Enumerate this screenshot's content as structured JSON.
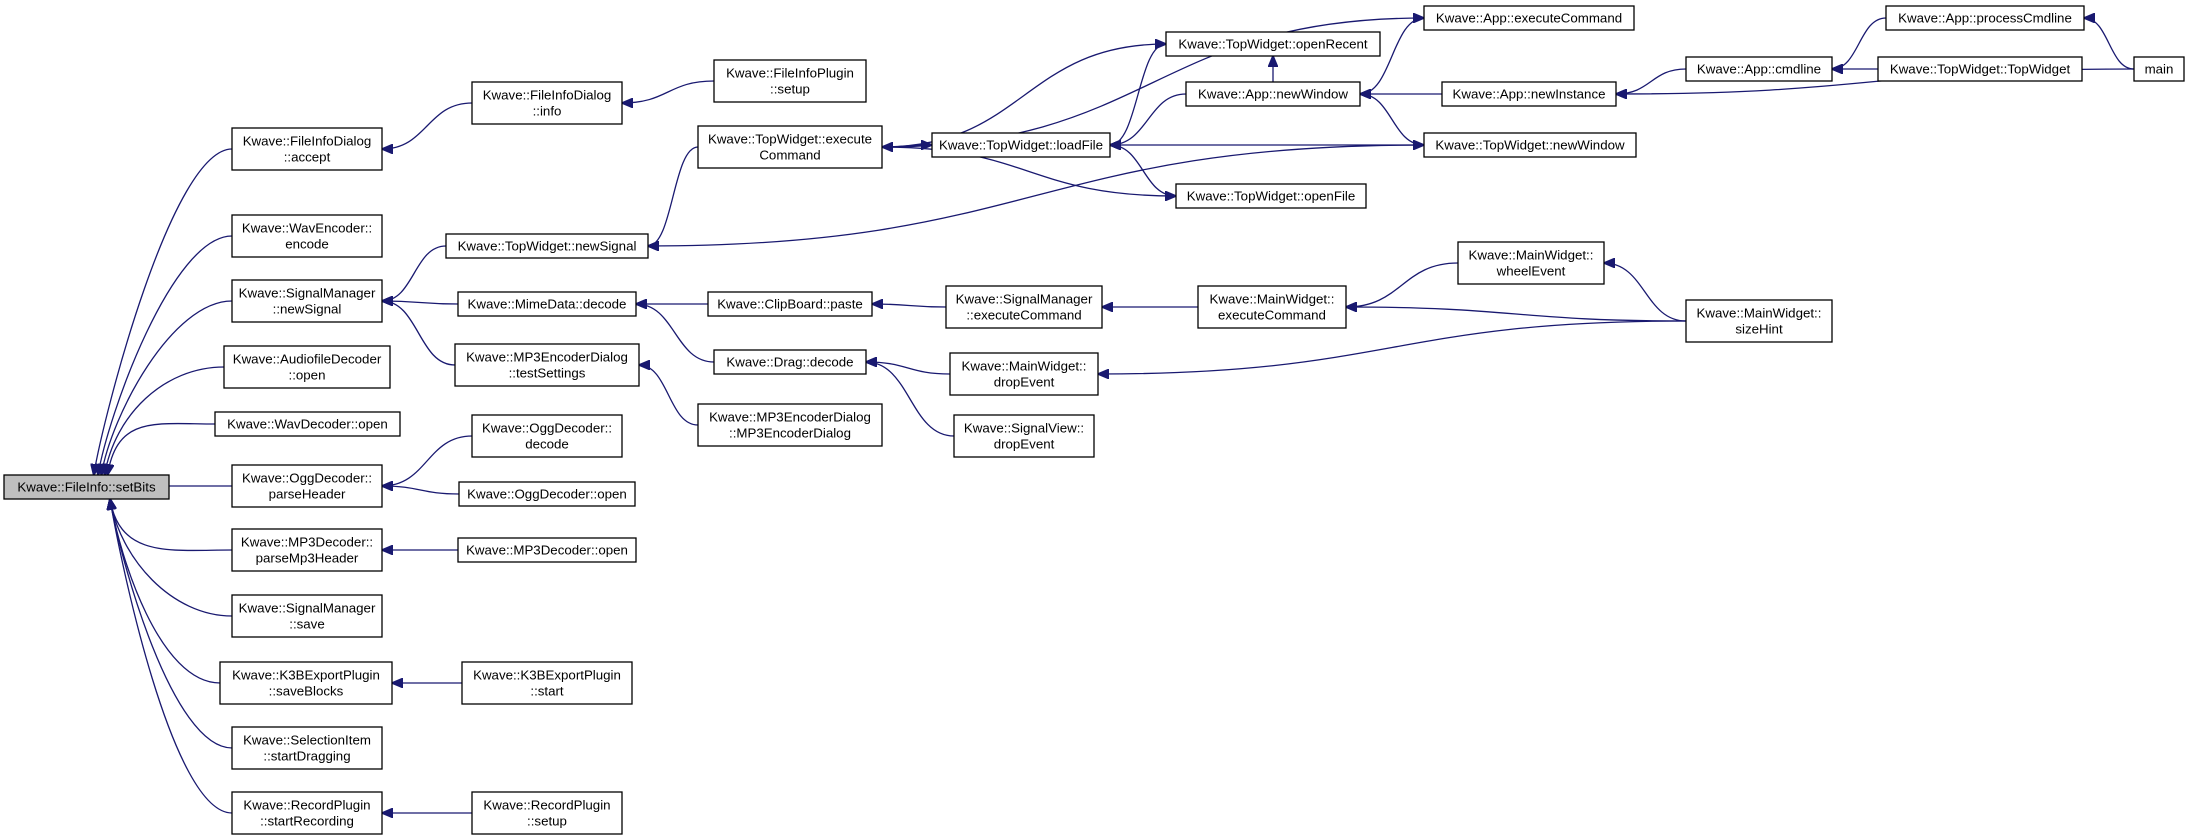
{
  "nodes": [
    {
      "id": "setbits",
      "lines": [
        "Kwave::FileInfo::setBits"
      ],
      "highlight": true
    },
    {
      "id": "fid_accept",
      "lines": [
        "Kwave::FileInfoDialog",
        "::accept"
      ]
    },
    {
      "id": "wavenc_encode",
      "lines": [
        "Kwave::WavEncoder::",
        "encode"
      ]
    },
    {
      "id": "sm_newsignal",
      "lines": [
        "Kwave::SignalManager",
        "::newSignal"
      ]
    },
    {
      "id": "afd_open",
      "lines": [
        "Kwave::AudiofileDecoder",
        "::open"
      ]
    },
    {
      "id": "wavdec_open",
      "lines": [
        "Kwave::WavDecoder::open"
      ]
    },
    {
      "id": "ogg_parseheader",
      "lines": [
        "Kwave::OggDecoder::",
        "parseHeader"
      ]
    },
    {
      "id": "mp3_parseheader",
      "lines": [
        "Kwave::MP3Decoder::",
        "parseMp3Header"
      ]
    },
    {
      "id": "sm_save",
      "lines": [
        "Kwave::SignalManager",
        "::save"
      ]
    },
    {
      "id": "k3b_saveblocks",
      "lines": [
        "Kwave::K3BExportPlugin",
        "::saveBlocks"
      ]
    },
    {
      "id": "sel_startdragging",
      "lines": [
        "Kwave::SelectionItem",
        "::startDragging"
      ]
    },
    {
      "id": "rec_startrecording",
      "lines": [
        "Kwave::RecordPlugin",
        "::startRecording"
      ]
    },
    {
      "id": "fid_info",
      "lines": [
        "Kwave::FileInfoDialog",
        "::info"
      ]
    },
    {
      "id": "tw_newsignal",
      "lines": [
        "Kwave::TopWidget::newSignal"
      ]
    },
    {
      "id": "mime_decode",
      "lines": [
        "Kwave::MimeData::decode"
      ]
    },
    {
      "id": "mp3dlg_test",
      "lines": [
        "Kwave::MP3EncoderDialog",
        "::testSettings"
      ]
    },
    {
      "id": "ogg_decode",
      "lines": [
        "Kwave::OggDecoder::",
        "decode"
      ]
    },
    {
      "id": "ogg_open",
      "lines": [
        "Kwave::OggDecoder::open"
      ]
    },
    {
      "id": "mp3_open",
      "lines": [
        "Kwave::MP3Decoder::open"
      ]
    },
    {
      "id": "k3b_start",
      "lines": [
        "Kwave::K3BExportPlugin",
        "::start"
      ]
    },
    {
      "id": "rec_setup",
      "lines": [
        "Kwave::RecordPlugin",
        "::setup"
      ]
    },
    {
      "id": "fip_setup",
      "lines": [
        "Kwave::FileInfoPlugin",
        "::setup"
      ]
    },
    {
      "id": "tw_execcmd",
      "lines": [
        "Kwave::TopWidget::execute",
        "Command"
      ]
    },
    {
      "id": "cb_paste",
      "lines": [
        "Kwave::ClipBoard::paste"
      ]
    },
    {
      "id": "drag_decode",
      "lines": [
        "Kwave::Drag::decode"
      ]
    },
    {
      "id": "mp3dlg_ctor",
      "lines": [
        "Kwave::MP3EncoderDialog",
        "::MP3EncoderDialog"
      ]
    },
    {
      "id": "tw_loadfile",
      "lines": [
        "Kwave::TopWidget::loadFile"
      ]
    },
    {
      "id": "sm_execcmd",
      "lines": [
        "Kwave::SignalManager",
        "::executeCommand"
      ]
    },
    {
      "id": "mw_dropevent",
      "lines": [
        "Kwave::MainWidget::",
        "dropEvent"
      ]
    },
    {
      "id": "sv_dropevent",
      "lines": [
        "Kwave::SignalView::",
        "dropEvent"
      ]
    },
    {
      "id": "tw_openrecent",
      "lines": [
        "Kwave::TopWidget::openRecent"
      ]
    },
    {
      "id": "app_newwindow",
      "lines": [
        "Kwave::App::newWindow"
      ]
    },
    {
      "id": "tw_openfile",
      "lines": [
        "Kwave::TopWidget::openFile"
      ]
    },
    {
      "id": "mw_execcmd",
      "lines": [
        "Kwave::MainWidget::",
        "executeCommand"
      ]
    },
    {
      "id": "app_execcmd",
      "lines": [
        "Kwave::App::executeCommand"
      ]
    },
    {
      "id": "app_newinstance",
      "lines": [
        "Kwave::App::newInstance"
      ]
    },
    {
      "id": "tw_newwindow",
      "lines": [
        "Kwave::TopWidget::newWindow"
      ]
    },
    {
      "id": "mw_wheelevent",
      "lines": [
        "Kwave::MainWidget::",
        "wheelEvent"
      ]
    },
    {
      "id": "app_cmdline",
      "lines": [
        "Kwave::App::cmdline"
      ]
    },
    {
      "id": "mw_sizehint",
      "lines": [
        "Kwave::MainWidget::",
        "sizeHint"
      ]
    },
    {
      "id": "app_processcmdline",
      "lines": [
        "Kwave::App::processCmdline"
      ]
    },
    {
      "id": "tw_ctor",
      "lines": [
        "Kwave::TopWidget::TopWidget"
      ]
    },
    {
      "id": "main",
      "lines": [
        "main"
      ]
    }
  ],
  "edges": [
    {
      "from": "fid_accept",
      "to": "setbits"
    },
    {
      "from": "wavenc_encode",
      "to": "setbits"
    },
    {
      "from": "sm_newsignal",
      "to": "setbits"
    },
    {
      "from": "afd_open",
      "to": "setbits"
    },
    {
      "from": "wavdec_open",
      "to": "setbits"
    },
    {
      "from": "ogg_parseheader",
      "to": "setbits"
    },
    {
      "from": "mp3_parseheader",
      "to": "setbits"
    },
    {
      "from": "sm_save",
      "to": "setbits"
    },
    {
      "from": "k3b_saveblocks",
      "to": "setbits"
    },
    {
      "from": "sel_startdragging",
      "to": "setbits"
    },
    {
      "from": "rec_startrecording",
      "to": "setbits"
    },
    {
      "from": "fid_info",
      "to": "fid_accept"
    },
    {
      "from": "fip_setup",
      "to": "fid_info"
    },
    {
      "from": "tw_newsignal",
      "to": "sm_newsignal"
    },
    {
      "from": "mime_decode",
      "to": "sm_newsignal"
    },
    {
      "from": "mp3dlg_test",
      "to": "sm_newsignal"
    },
    {
      "from": "ogg_decode",
      "to": "ogg_parseheader"
    },
    {
      "from": "ogg_open",
      "to": "ogg_parseheader"
    },
    {
      "from": "mp3_open",
      "to": "mp3_parseheader"
    },
    {
      "from": "k3b_start",
      "to": "k3b_saveblocks"
    },
    {
      "from": "rec_setup",
      "to": "rec_startrecording"
    },
    {
      "from": "tw_execcmd",
      "to": "tw_newsignal"
    },
    {
      "from": "tw_newwindow",
      "to": "tw_newsignal"
    },
    {
      "from": "cb_paste",
      "to": "mime_decode"
    },
    {
      "from": "drag_decode",
      "to": "mime_decode"
    },
    {
      "from": "mp3dlg_ctor",
      "to": "mp3dlg_test"
    },
    {
      "from": "sm_execcmd",
      "to": "cb_paste"
    },
    {
      "from": "mw_execcmd",
      "to": "sm_execcmd"
    },
    {
      "from": "mw_dropevent",
      "to": "drag_decode"
    },
    {
      "from": "sv_dropevent",
      "to": "drag_decode"
    },
    {
      "from": "mw_wheelevent",
      "to": "mw_execcmd"
    },
    {
      "from": "mw_sizehint",
      "to": "mw_execcmd"
    },
    {
      "from": "mw_sizehint",
      "to": "mw_wheelevent"
    },
    {
      "from": "mw_sizehint",
      "to": "mw_dropevent"
    },
    {
      "from": "tw_loadfile",
      "to": "tw_execcmd"
    },
    {
      "from": "tw_execcmd",
      "to": "tw_loadfile"
    },
    {
      "from": "tw_openrecent",
      "to": "tw_loadfile"
    },
    {
      "from": "tw_openfile",
      "to": "tw_loadfile"
    },
    {
      "from": "app_newwindow",
      "to": "tw_openrecent"
    },
    {
      "from": "app_newinstance",
      "to": "app_newwindow"
    },
    {
      "from": "app_cmdline",
      "to": "app_newinstance"
    },
    {
      "from": "main",
      "to": "app_newinstance"
    },
    {
      "from": "app_processcmdline",
      "to": "app_cmdline"
    },
    {
      "from": "tw_ctor",
      "to": "app_cmdline"
    },
    {
      "from": "main",
      "to": "app_processcmdline"
    },
    {
      "from": "tw_execcmd",
      "to": "app_execcmd"
    },
    {
      "from": "app_execcmd",
      "to": "app_newwindow"
    },
    {
      "from": "tw_execcmd",
      "to": "tw_openrecent"
    },
    {
      "from": "tw_execcmd",
      "to": "tw_openfile"
    },
    {
      "from": "app_newwindow",
      "to": "tw_loadfile"
    },
    {
      "from": "tw_newwindow",
      "to": "tw_loadfile"
    },
    {
      "from": "app_newwindow",
      "to": "tw_newwindow"
    }
  ]
}
